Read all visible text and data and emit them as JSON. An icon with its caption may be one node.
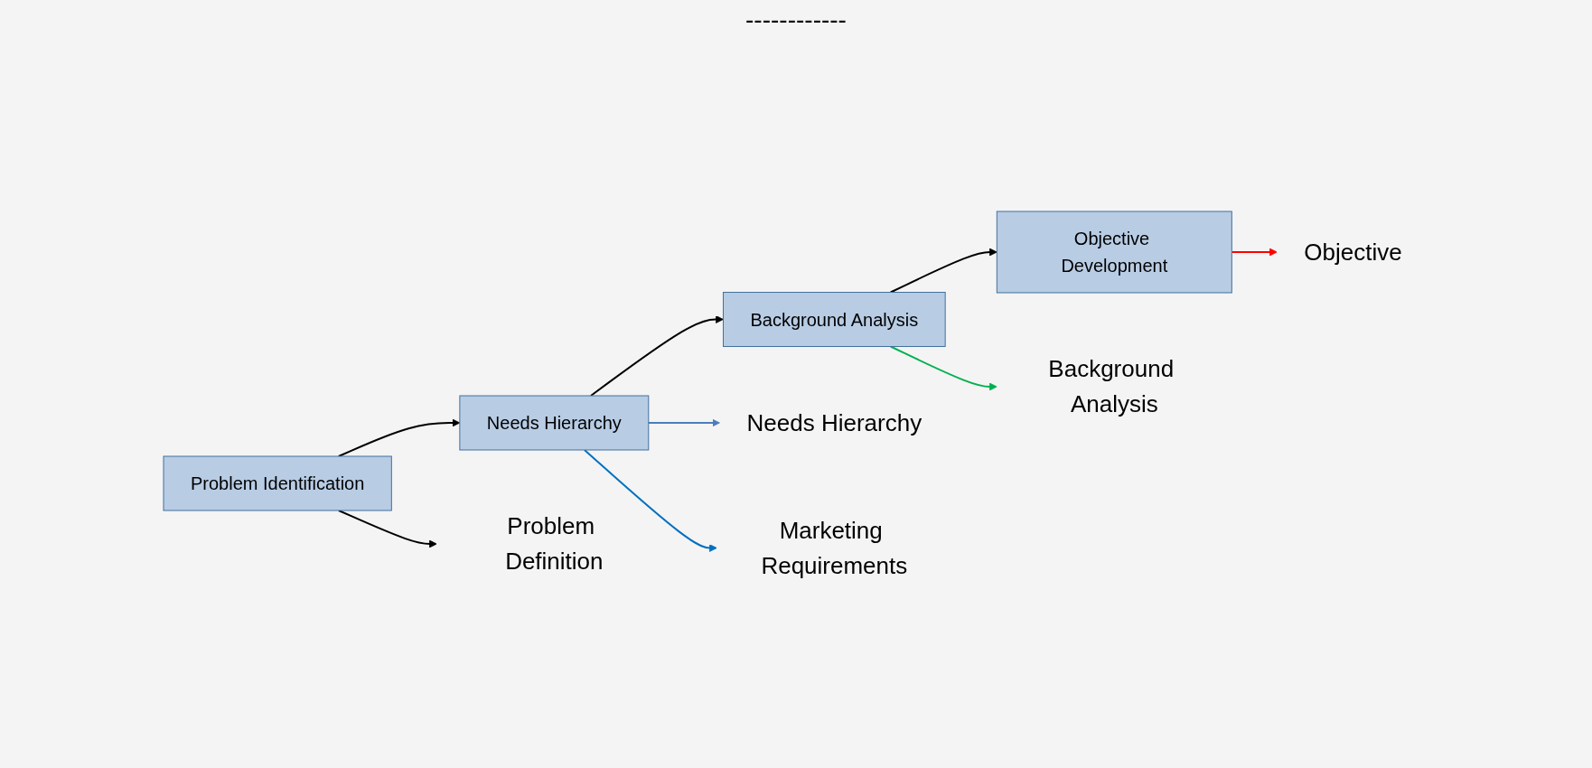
{
  "diagram": {
    "nodes": [
      {
        "text": [
          "Problem Identification"
        ]
      },
      {
        "text": [
          "Needs Hierarchy"
        ]
      },
      {
        "text": [
          "Background Analysis"
        ]
      },
      {
        "text": [
          "Objective Development"
        ]
      },
      {
        "text": [
          "Problem Definition"
        ]
      },
      {
        "text": [
          "Objective"
        ]
      },
      {
        "text": [
          "Needs Hierarchy"
        ]
      },
      {
        "text": [
          "Background Analysis"
        ]
      },
      {
        "text": [
          "Marketing Requirements"
        ]
      }
    ],
    "edges": [
      {
        "from": 0,
        "to": 1,
        "arrow": "to"
      },
      {
        "from": 1,
        "to": 2,
        "arrow": "to"
      },
      {
        "from": 2,
        "to": 3,
        "arrow": "to"
      },
      {
        "from": 0,
        "to": 4,
        "arrow": "to"
      },
      {
        "from": 3,
        "to": 5,
        "arrow": "to",
        "color": "#ff0000"
      },
      {
        "from": 1,
        "to": 6,
        "arrow": "to",
        "color": "#4a7ebb"
      },
      {
        "from": 2,
        "to": 7,
        "arrow": "to",
        "color": "#00b050"
      },
      {
        "from": 1,
        "to": 8,
        "arrow": "to",
        "color": "#0070c0"
      }
    ],
    "labels": [
      "------------"
    ]
  }
}
